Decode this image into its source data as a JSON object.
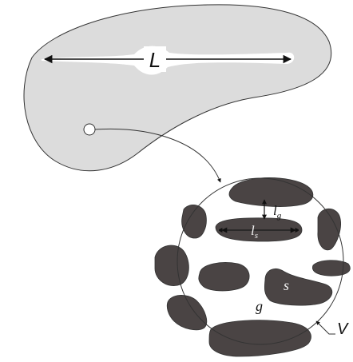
{
  "labels": {
    "macro_length": "L",
    "gap_length_main": "l",
    "gap_length_sub": "g",
    "solid_length_main": "l",
    "solid_length_sub": "s",
    "solid_phase": "s",
    "gas_phase": "g",
    "volume": "V"
  },
  "colors": {
    "background": "#ffffff",
    "body_fill": "#dcdcdc",
    "outline": "#333333",
    "particle_fill": "#4a4444",
    "arrow": "#111111"
  }
}
